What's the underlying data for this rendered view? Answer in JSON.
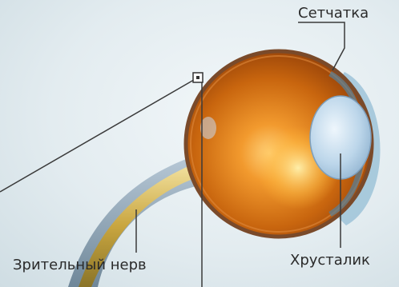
{
  "labels": {
    "retina": "Сетчатка",
    "optic_nerve": "Зрительный нерв",
    "lens": "Хрусталик"
  },
  "colors": {
    "background": "#e3ecf0",
    "eyeball": "#c8650e",
    "sclera_rim": "#7a4a2a",
    "lens": "#bcd6ea",
    "nerve": "#c9a640",
    "pointer_line": "#3a3a3a",
    "label_text": "#2a2a2a"
  }
}
